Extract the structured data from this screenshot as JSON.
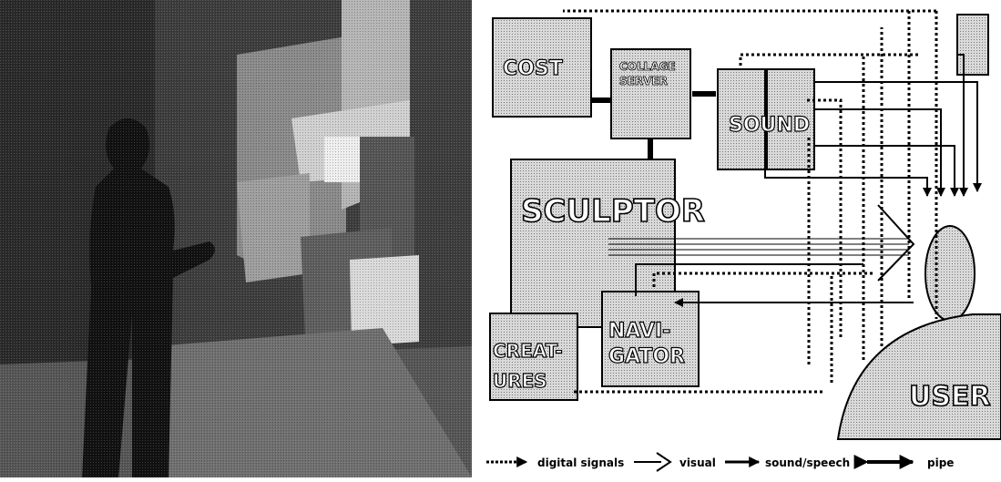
{
  "diagram": {
    "boxes": {
      "cost": "COST",
      "collage_server_line1": "COLLAGE",
      "collage_server_line2": "SERVER",
      "sound": "SOUND",
      "sculptor": "SCULPTOR",
      "navigator_line1": "NAVI-",
      "navigator_line2": "GATOR",
      "creatures_line1": "CREAT-",
      "creatures_line2": "URES",
      "user": "USER"
    },
    "legend": {
      "digital_signals": "digital signals",
      "visual": "visual",
      "sound_speech": "sound/speech",
      "pipe": "pipe"
    }
  }
}
